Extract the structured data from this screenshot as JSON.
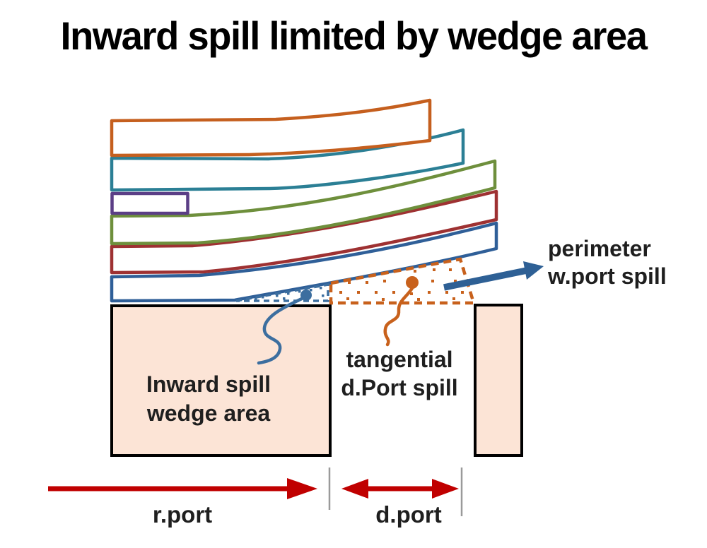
{
  "title": "Inward spill limited by wedge area",
  "annotations": {
    "perimeter_spill": {
      "line1": "perimeter",
      "line2": "w.port spill"
    },
    "tangential_spill": {
      "line1": "tangential",
      "line2": "d.Port spill"
    },
    "inward_wedge": {
      "line1": "Inward spill",
      "line2": "wedge area"
    },
    "r_port": "r.port",
    "d_port": "d.port"
  },
  "diagram": {
    "layers": [
      {
        "name": "orange-band",
        "color": "#C55F1E"
      },
      {
        "name": "teal-band",
        "color": "#2B7F95"
      },
      {
        "name": "purple-band",
        "color": "#5B3E86"
      },
      {
        "name": "green-band",
        "color": "#6E8F3C"
      },
      {
        "name": "red-band",
        "color": "#9E3132"
      },
      {
        "name": "blue-band",
        "color": "#2F5F98"
      }
    ],
    "port_blocks": {
      "fill": "#FCE4D6",
      "border": "#000000"
    },
    "wedge_region": {
      "color": "#3C6E9F"
    },
    "tangential_region": {
      "color": "#C8611C"
    },
    "perimeter_arrow": {
      "color": "#2E6095"
    },
    "dimension_arrows": {
      "color": "#C00000"
    },
    "tick_color": "#9A9A9A"
  }
}
